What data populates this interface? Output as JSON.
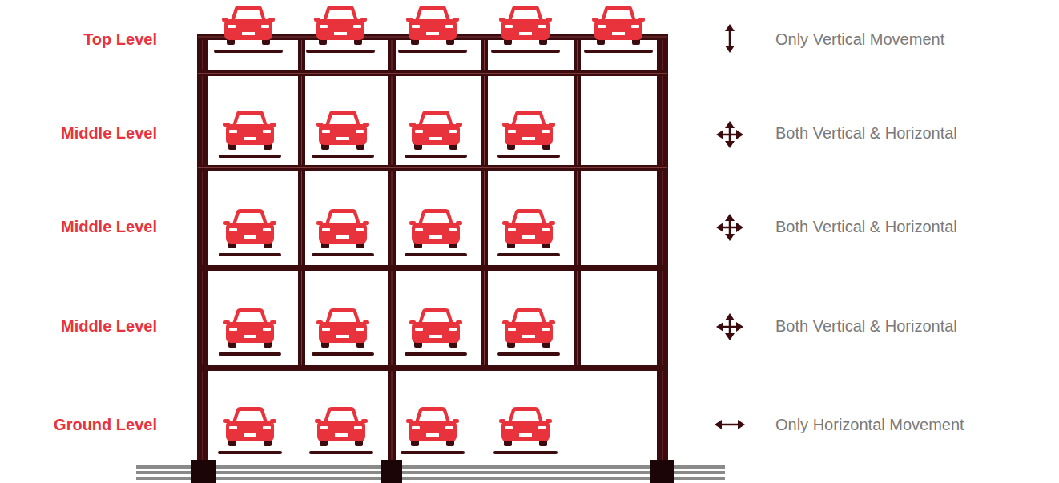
{
  "diagram": {
    "labels": [
      "Top Level",
      "Only Vertical Movement",
      "Middle Level",
      "Both Vertical & Horizontal",
      "Middle Level",
      "Both Vertical & Horizontal",
      "Middle Level",
      "Both Vertical & Horizontal",
      "Ground Level",
      "Only Horizontal Movement"
    ]
  }
}
